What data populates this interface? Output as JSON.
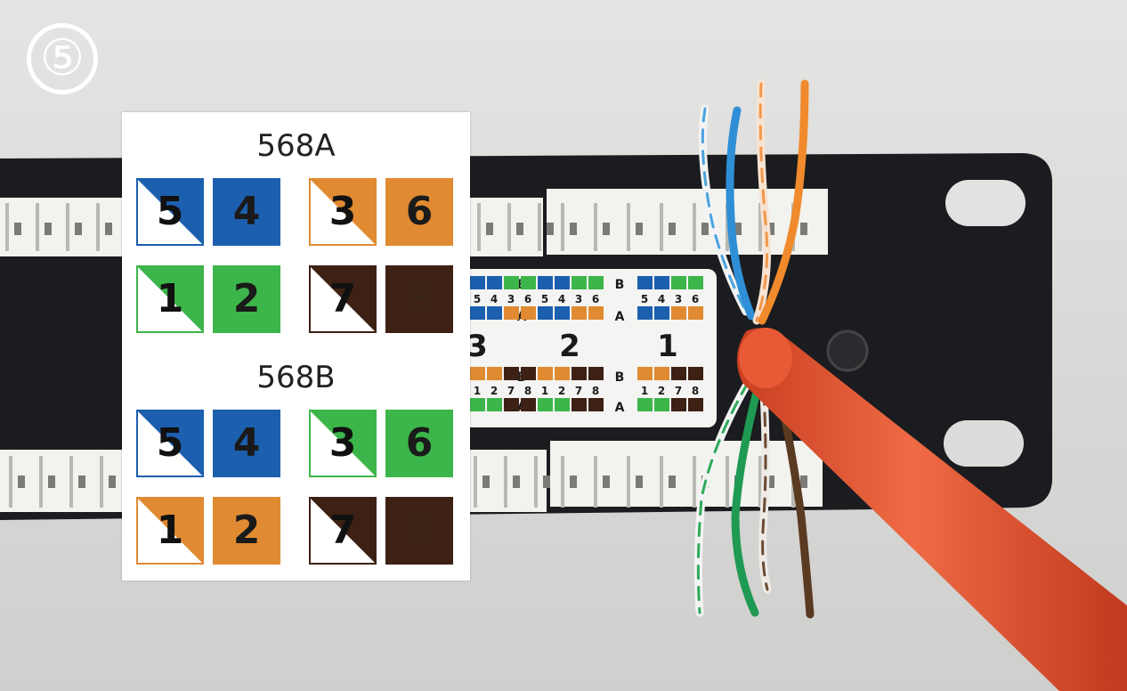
{
  "step_badge": "⑤",
  "colors": {
    "blue": "#1c5fae",
    "orange": "#e08a32",
    "green": "#3cb54a",
    "brown": "#3d2114",
    "cable": "#e4532e"
  },
  "panel": {
    "port_numbers": [
      "3",
      "2",
      "1"
    ],
    "pair_letters": [
      "B",
      "A"
    ],
    "top_digits": [
      "5",
      "4",
      "3",
      "6"
    ],
    "bottom_digits": [
      "1",
      "2",
      "7",
      "8"
    ]
  },
  "legend": {
    "standards": [
      {
        "title": "568A",
        "rows": [
          [
            {
              "label": "5",
              "color": "blue",
              "striped": true
            },
            {
              "label": "4",
              "color": "blue",
              "striped": false
            },
            {
              "label": "3",
              "color": "orange",
              "striped": true
            },
            {
              "label": "6",
              "color": "orange",
              "striped": false
            }
          ],
          [
            {
              "label": "1",
              "color": "green",
              "striped": true
            },
            {
              "label": "2",
              "color": "green",
              "striped": false
            },
            {
              "label": "7",
              "color": "brown",
              "striped": true
            },
            {
              "label": "8",
              "color": "brown",
              "striped": false
            }
          ]
        ]
      },
      {
        "title": "568B",
        "rows": [
          [
            {
              "label": "5",
              "color": "blue",
              "striped": true
            },
            {
              "label": "4",
              "color": "blue",
              "striped": false
            },
            {
              "label": "3",
              "color": "green",
              "striped": true
            },
            {
              "label": "6",
              "color": "green",
              "striped": false
            }
          ],
          [
            {
              "label": "1",
              "color": "orange",
              "striped": true
            },
            {
              "label": "2",
              "color": "orange",
              "striped": false
            },
            {
              "label": "7",
              "color": "brown",
              "striped": true
            },
            {
              "label": "8",
              "color": "brown",
              "striped": false
            }
          ]
        ]
      }
    ]
  }
}
